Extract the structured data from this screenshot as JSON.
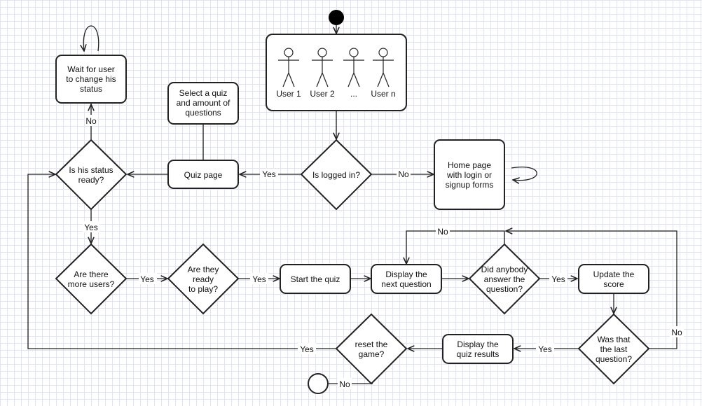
{
  "nodes": {
    "users": [
      "User 1",
      "User 2",
      "...",
      "User n"
    ],
    "wait_status": [
      "Wait for user",
      "to change his",
      "status"
    ],
    "select_quiz": [
      "Select a quiz",
      "and amount of",
      "questions"
    ],
    "status_ready": [
      "Is his status",
      "ready?"
    ],
    "quiz_page": [
      "Quiz page"
    ],
    "logged_in": [
      "Is logged in?"
    ],
    "home_page": [
      "Home page",
      "with login or",
      "signup forms"
    ],
    "more_users": [
      "Are there",
      "more users?"
    ],
    "ready_to_play": [
      "Are they",
      "ready",
      "to play?"
    ],
    "start_quiz": [
      "Start the quiz"
    ],
    "next_question": [
      "Display the",
      "next question"
    ],
    "anybody_answer": [
      "Did anybody",
      "answer the",
      "question?"
    ],
    "update_score": [
      "Update the",
      "score"
    ],
    "last_question": [
      "Was that",
      "the last",
      "question?"
    ],
    "quiz_results": [
      "Display the",
      "quiz results"
    ],
    "reset_game": [
      "reset the",
      "game?"
    ]
  },
  "edge_labels": {
    "status_no": "No",
    "status_yes": "Yes",
    "logged_yes": "Yes",
    "logged_no": "No",
    "more_yes": "Yes",
    "ready_yes": "Yes",
    "answer_yes": "Yes",
    "answer_no": "No",
    "last_no": "No",
    "last_yes": "Yes",
    "reset_yes": "Yes",
    "reset_no": "No"
  }
}
